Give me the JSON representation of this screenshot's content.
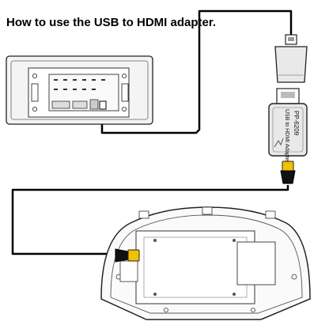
{
  "title": "How to use the USB to HDMI adapter.",
  "adapter": {
    "name": "USB to HDMI Adapter",
    "model": "PP-6209"
  },
  "colors": {
    "cable": "#000000",
    "hdmi_plug": "#f2c100",
    "adapter_body": "#e9e9e9",
    "outline": "#222222",
    "unit_fill": "#f4f4f4",
    "cluster_fill": "#fafafa"
  }
}
